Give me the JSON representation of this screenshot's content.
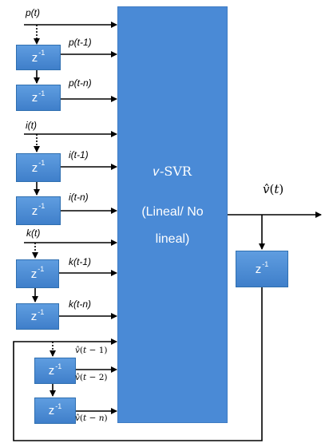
{
  "svr": {
    "name": "𝜈-SVR",
    "mode_line1": "(Lineal/ No",
    "mode_line2": "lineal)"
  },
  "delay_label": "z",
  "delay_exp": "-1",
  "inputs": {
    "p_t": "p(t)",
    "p_t1": "p(t-1)",
    "p_tn": "p(t-n)",
    "i_t": "i(t)",
    "i_t1": "i(t-1)",
    "i_tn": "i(t-n)",
    "k_t": "k(t)",
    "k_t1": "k(t-1)",
    "k_tn": "k(t-n)"
  },
  "feedback": {
    "v_t1": "𝑣̂(𝑡 − 1)",
    "v_t2": "𝑣̂(𝑡 − 2)",
    "v_tn": "𝑣̂(𝑡 − 𝑛)"
  },
  "output": "𝑣̂(𝑡)",
  "colors": {
    "box": "#4a8ad6",
    "box_border": "#2f6fb0",
    "line": "#000000"
  }
}
